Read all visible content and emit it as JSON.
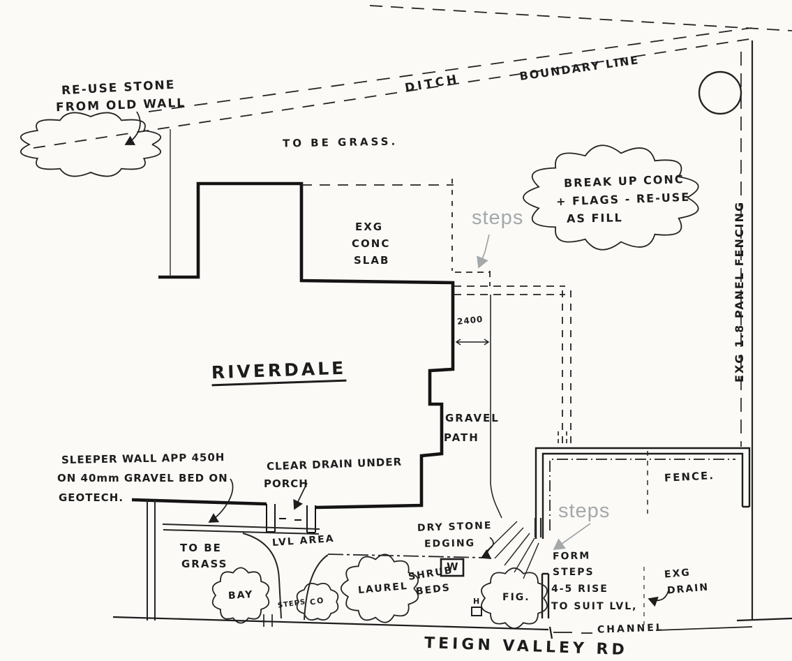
{
  "colors": {
    "paper": "#fbfaf7",
    "ink": "#1d1d1d",
    "annotation_gray": "#a3a8ab"
  },
  "labels": {
    "reuse_stone": [
      "RE-USE STONE",
      "FROM OLD WALL"
    ],
    "ditch": "DITCH",
    "boundary_line": "BOUNDARY LINE",
    "grass_top": "TO BE GRASS.",
    "conc_slab": [
      "EXG",
      "CONC",
      "SLAB"
    ],
    "steps_note_top": "steps",
    "break_up_cloud": [
      "BREAK UP CONC",
      "+ FLAGS - RE-USE",
      "AS FILL"
    ],
    "panel_fencing": "EXG 1.8 PANEL FENCING",
    "house_name": "RIVERDALE",
    "path_width_dim": "2400",
    "gravel_path": [
      "GRAVEL",
      "PATH"
    ],
    "fence": "FENCE.",
    "sleeper_wall": [
      "SLEEPER WALL APP 450H",
      "ON 40mm GRAVEL BED ON",
      "GEOTECH."
    ],
    "clear_drain": [
      "CLEAR DRAIN UNDER",
      "PORCH"
    ],
    "lvl_area": "LVL AREA",
    "grass_bottom": [
      "TO BE",
      "GRASS"
    ],
    "bay": "BAY",
    "steps_small": "STEPS",
    "co": "CO",
    "laurel": "LAUREL",
    "shrub_beds": [
      "SHRUB",
      "BEDS"
    ],
    "w_marker": "W",
    "h_marker": "H",
    "fig": "FIG.",
    "dry_stone": [
      "DRY STONE",
      "EDGING"
    ],
    "steps_note_right": "steps",
    "form_steps": [
      "FORM",
      "STEPS",
      "4-5 RISE",
      "TO SUIT LVL,"
    ],
    "exg_drain": [
      "EXG",
      "DRAIN"
    ],
    "channel": "CHANNEL",
    "road": "TEIGN VALLEY RD"
  }
}
